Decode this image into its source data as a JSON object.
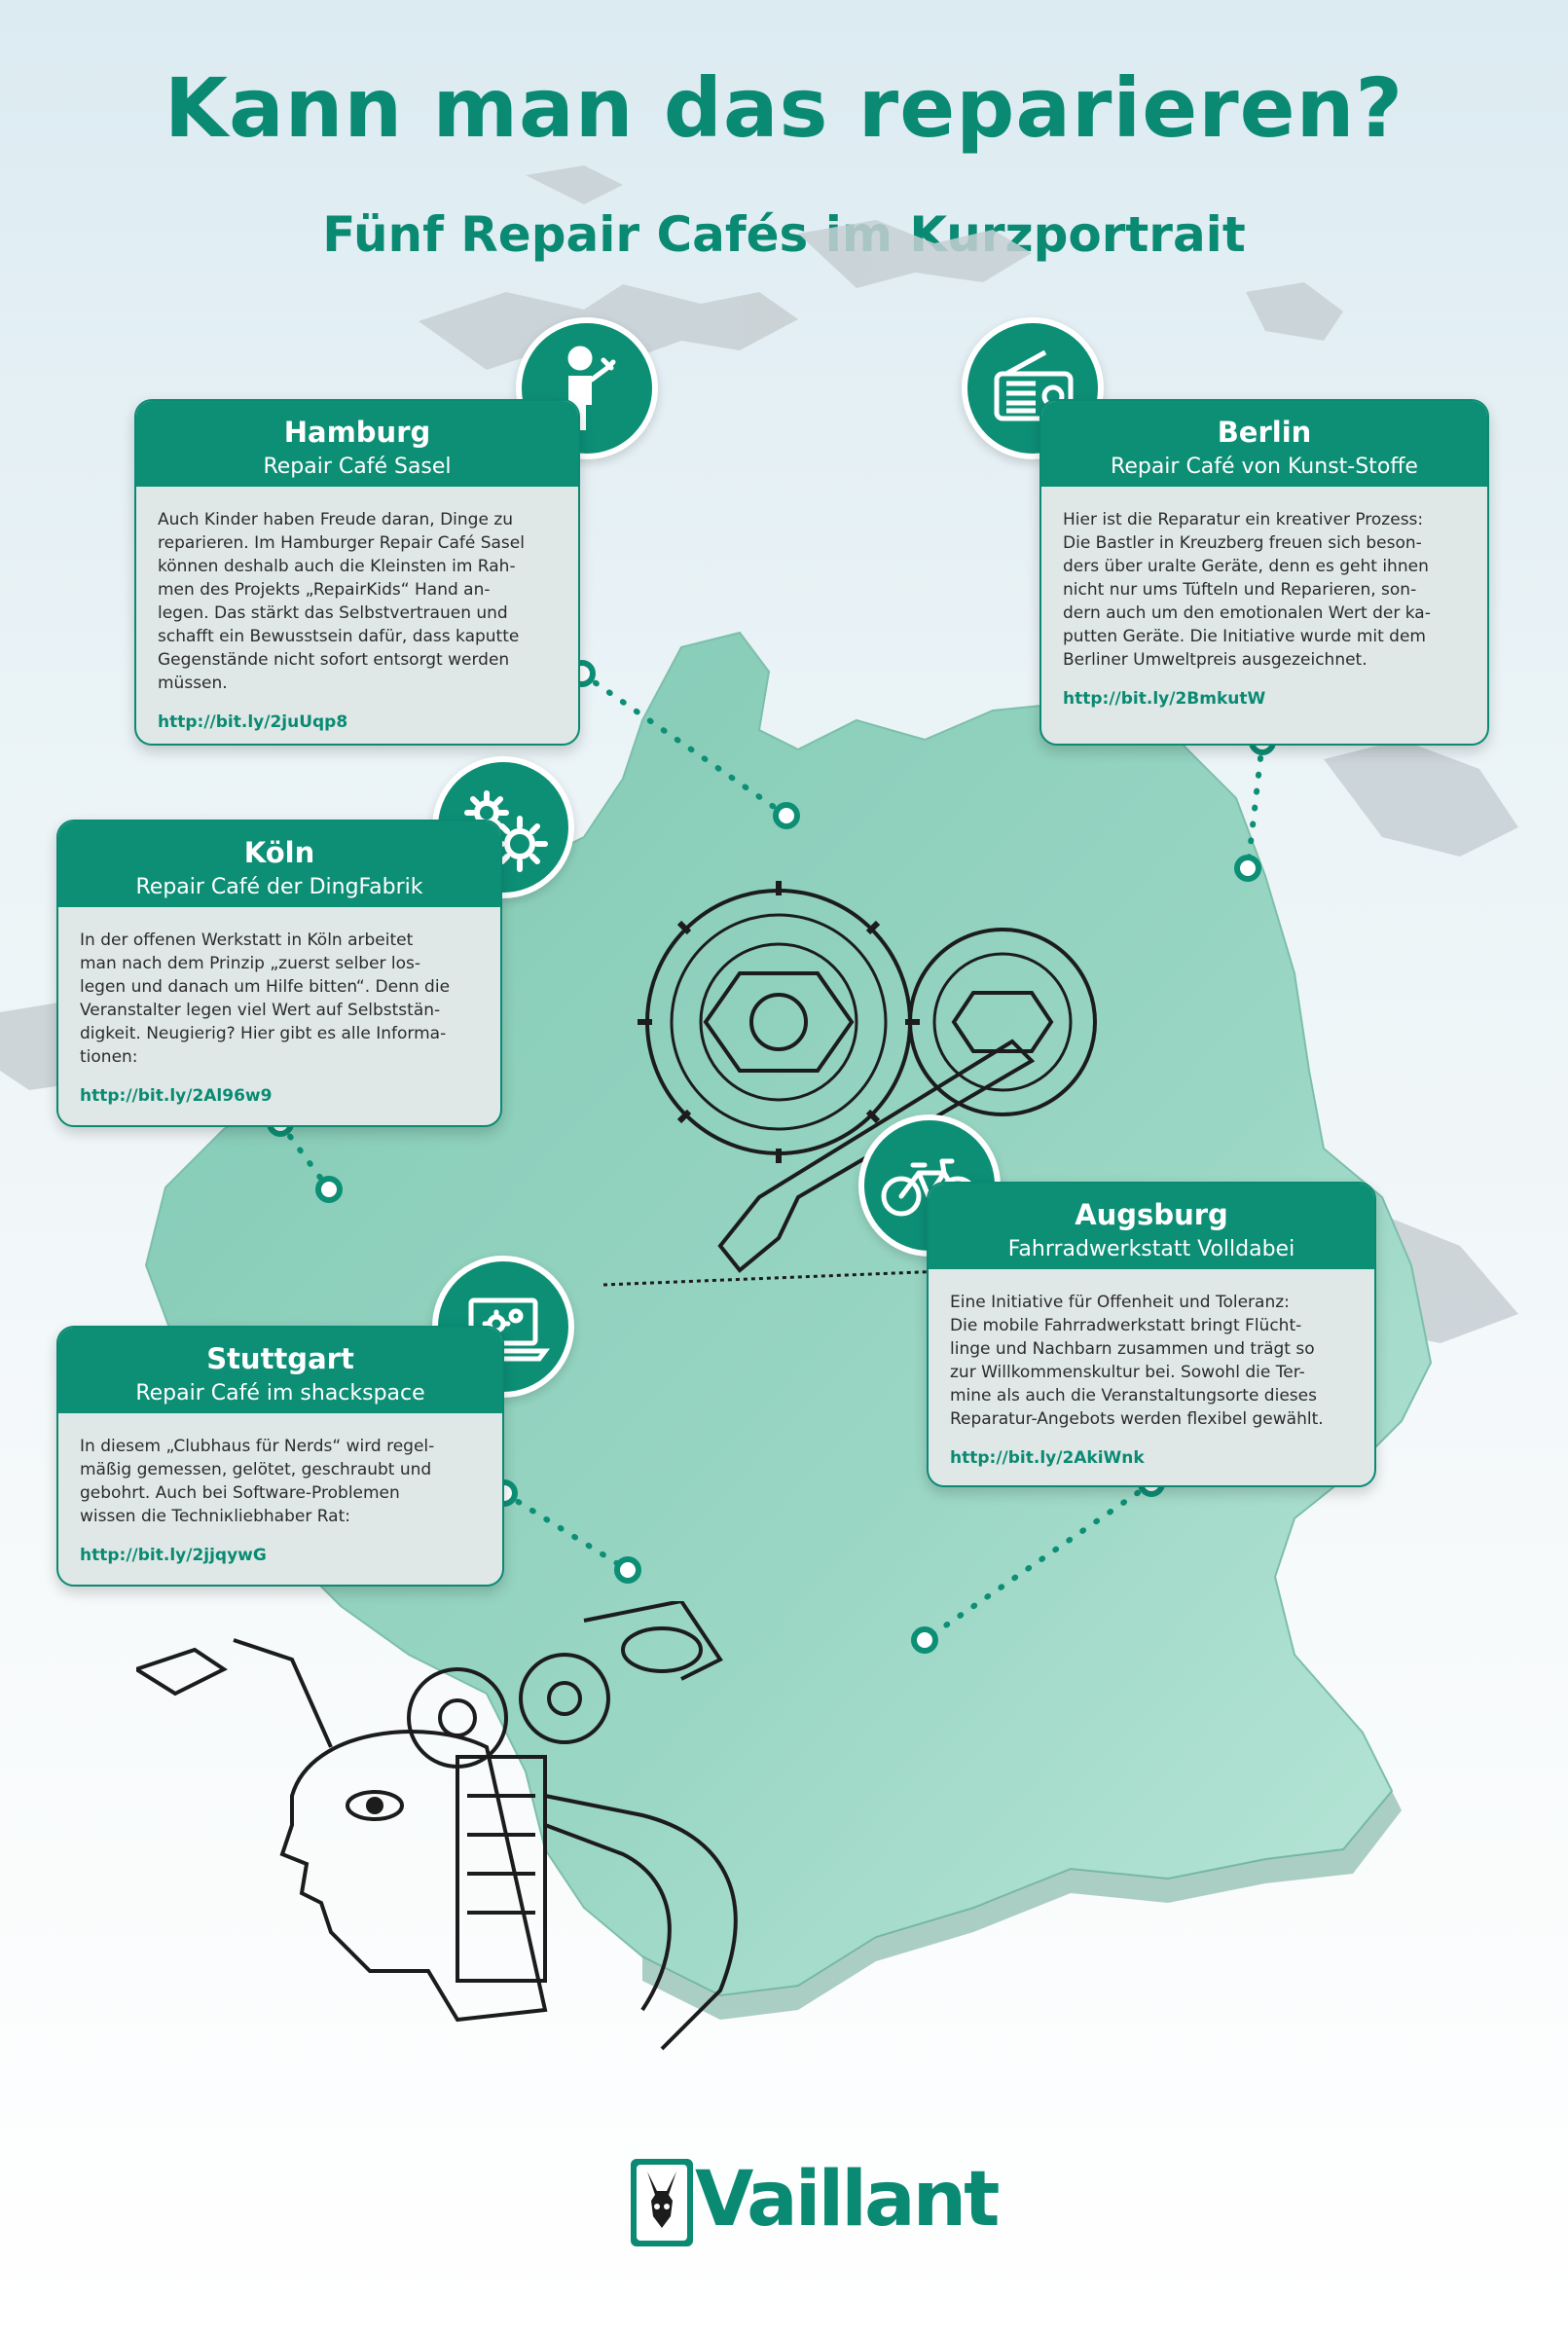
{
  "header": {
    "title": "Kann man das reparieren?",
    "subtitle": "Fünf Repair Cafés im Kurzportrait"
  },
  "colors": {
    "accent": "#0a8a73",
    "card_header": "#0d8f76",
    "card_body": "#dfe8e6",
    "map_fill": "#9ad6c4"
  },
  "cafes": [
    {
      "city": "Hamburg",
      "name": "Repair Café Sasel",
      "text": "Auch Kinder haben Freude daran, Dinge zu\nreparieren. Im Hamburger Repair Café Sasel\nkönnen deshalb auch die Kleinsten im Rah-\nmen des Projekts „RepairKids“ Hand an-\nlegen. Das stärkt das Selbstvertrauen und\nschafft ein Bewusstsein dafür, dass kaputte\nGegenstände nicht sofort entsorgt werden\nmüssen.",
      "link": "http://bit.ly/2juUqp8",
      "icon": "repairman-icon"
    },
    {
      "city": "Berlin",
      "name": "Repair Café von Kunst-Stoffe",
      "text": "Hier ist die Reparatur ein kreativer Prozess:\nDie Bastler in Kreuzberg freuen sich beson-\nders über uralte Geräte, denn es geht ihnen\nnicht nur ums Tüfteln und Reparieren, son-\ndern auch um den emotionalen Wert der ka-\nputten Geräte. Die Initiative wurde mit dem\nBerliner Umweltpreis ausgezeichnet.",
      "link": "http://bit.ly/2BmkutW",
      "icon": "radio-icon"
    },
    {
      "city": "Köln",
      "name": "Repair Café der DingFabrik",
      "text": "In der offenen Werkstatt in Köln arbeitet\nman nach dem Prinzip „zuerst selber los-\nlegen und danach um Hilfe bitten“. Denn die\nVeranstalter legen viel Wert auf Selbststän-\ndigkeit. Neugierig? Hier gibt es alle Informa-\ntionen:",
      "link": "http://bit.ly/2Al96w9",
      "icon": "gears-icon"
    },
    {
      "city": "Augsburg",
      "name": "Fahrradwerkstatt Volldabei",
      "text": "Eine Initiative für Offenheit und Toleranz:\nDie mobile Fahrradwerkstatt bringt Flücht-\nlinge und Nachbarn zusammen und trägt so\nzur Willkommenskultur bei. Sowohl die Ter-\nmine als auch die Veranstaltungsorte dieses\nReparatur-Angebots werden flexibel gewählt.",
      "link": "http://bit.ly/2AkiWnk",
      "icon": "bicycle-icon"
    },
    {
      "city": "Stuttgart",
      "name": "Repair Café im shackspace",
      "text": "In diesem „Clubhaus für Nerds“ wird regel-\nmäßig gemessen, gelötet, geschraubt und\ngebohrt. Auch bei Software-Problemen\nwissen die Techniкliebhaber Rat:",
      "link": "http://bit.ly/2jjqywG",
      "icon": "laptop-gears-icon"
    }
  ],
  "footer": {
    "brand": "Vaillant",
    "logo_icon": "hare-logo-icon"
  }
}
